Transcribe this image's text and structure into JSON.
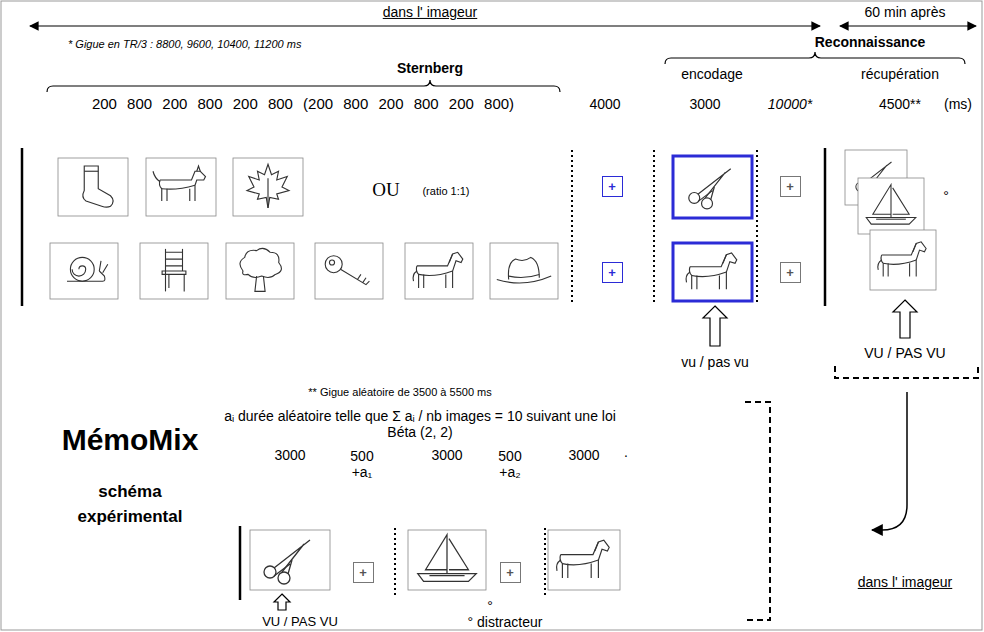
{
  "diagram": {
    "title": "MémoMix",
    "nodes": [
      {
        "text": [
          "+"
        ]
      },
      {
        "text": [
          "+"
        ]
      },
      {
        "text": [
          "+"
        ]
      },
      {
        "text": [
          "+"
        ]
      },
      {
        "text": [
          "+"
        ]
      },
      {
        "text": [
          "+"
        ]
      }
    ],
    "labels": [
      "dans l' imageur",
      "60 min après",
      "* Gigue en TR/3 : 8800, 9600, 10400, 11200 ms",
      "Reconnaissance",
      "Sternberg",
      "encodage",
      "récupération",
      "200 800 200 800 200 800 (200 800 200 800 200 800)",
      "4000",
      "3000",
      "10000*",
      "4500**",
      "(ms)",
      "OU",
      "(ratio 1:1)",
      "°",
      "vu / pas vu",
      "VU / PAS VU",
      "** Gigue aléatoire de 3500 à 5500 ms",
      "schéma expérimental",
      "aᵢ durée aléatoire telle que Σ aᵢ / nb images = 10 suivant une loi Béta (2, 2)",
      "3000",
      "500 +a₁",
      "3000",
      "500 +a₂",
      "3000",
      ".",
      "°",
      "VU / PAS VU",
      "° distracteur",
      "dans l' imageur"
    ]
  }
}
